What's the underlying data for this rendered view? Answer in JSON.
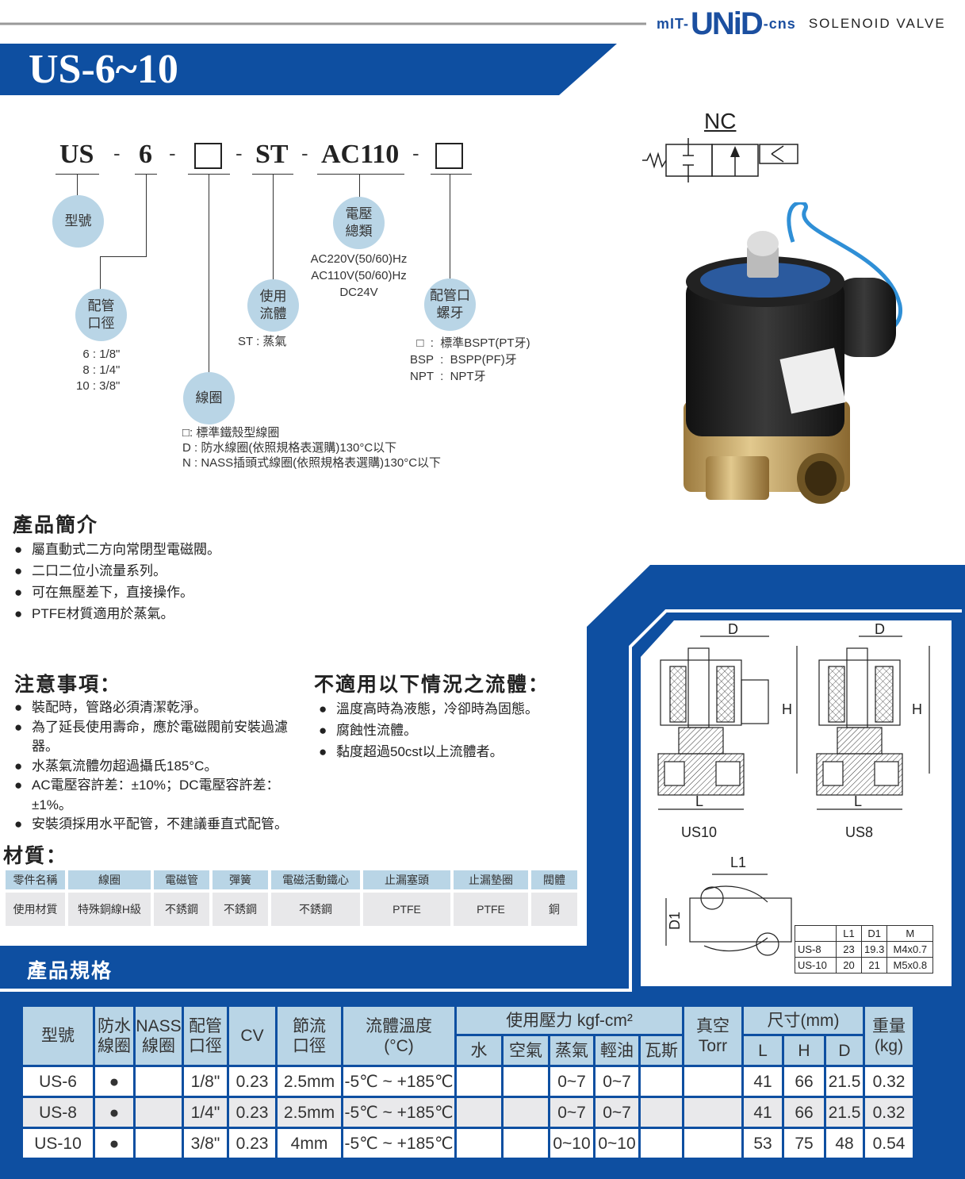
{
  "header": {
    "logo_prefix": "mIT-",
    "logo_main": "UNiD",
    "logo_suffix": "-cns",
    "logo_tagline": "SOLENOID VALVE",
    "title": "US-6~10"
  },
  "code": {
    "parts": [
      "US",
      "-",
      "6",
      "-",
      "-",
      "ST",
      "-",
      "AC110",
      "-"
    ],
    "model_label": "型號",
    "size_label": "配管\n口徑",
    "size_options": "6 : 1/8\"\n8 : 1/4\"\n10 : 3/8\"",
    "coil_label": "線圈",
    "coil_options": "□: 標準鐵殼型線圈\nD : 防水線圈(依照規格表選購)130°C以下\nN : NASS插頭式線圈(依照規格表選購)130°C以下",
    "fluid_label": "使用\n流體",
    "fluid_options": "ST : 蒸氣",
    "voltage_label": "電壓\n總類",
    "voltage_options": "AC220V(50/60)Hz\nAC110V(50/60)Hz\nDC24V",
    "thread_label": "配管口\n螺牙",
    "thread_options": "  □  :  標準BSPT(PT牙)\nBSP  :  BSPP(PF)牙\nNPT  :  NPT牙"
  },
  "symbol": {
    "label": "NC"
  },
  "intro": {
    "title": "產品簡介",
    "items": [
      "屬直動式二方向常閉型電磁閥。",
      "二口二位小流量系列。",
      "可在無壓差下，直接操作。",
      "PTFE材質適用於蒸氣。"
    ]
  },
  "notes": {
    "title": "注意事項：",
    "items": [
      "裝配時，管路必須清潔乾淨。",
      "為了延長使用壽命，應於電磁閥前安裝過濾器。",
      "水蒸氣流體勿超過攝氏185°C。",
      "AC電壓容許差：±10%；DC電壓容許差：±1%。",
      "安裝須採用水平配管，不建議垂直式配管。"
    ]
  },
  "unsuitable": {
    "title": "不適用以下情況之流體：",
    "items": [
      "溫度高時為液態，冷卻時為固態。",
      "腐蝕性流體。",
      "黏度超過50cst以上流體者。"
    ]
  },
  "materials": {
    "title": "材質：",
    "parts": [
      "零件名稱",
      "線圈",
      "電磁管",
      "彈簧",
      "電磁活動鐵心",
      "止漏塞頭",
      "止漏墊圈",
      "閥體"
    ],
    "values": [
      "使用材質",
      "特殊銅線H級",
      "不銹鋼",
      "不銹鋼",
      "不銹鋼",
      "PTFE",
      "PTFE",
      "銅"
    ]
  },
  "drawing": {
    "dim_D": "D",
    "dim_H": "H",
    "dim_L": "L",
    "dim_L1": "L1",
    "dim_D1": "D1",
    "us10": "US10",
    "us8": "US8",
    "table": {
      "headers": [
        "",
        "L1",
        "D1",
        "M"
      ],
      "rows": [
        [
          "US-8",
          "23",
          "19.3",
          "M4x0.7"
        ],
        [
          "US-10",
          "20",
          "21",
          "M5x0.8"
        ]
      ]
    }
  },
  "spec": {
    "title": "產品規格",
    "headers": {
      "model": "型號",
      "waterproof": "防水\n線圈",
      "nass": "NASS\n線圈",
      "port": "配管\n口徑",
      "cv": "CV",
      "orifice": "節流\n口徑",
      "temp": "流體溫度\n(°C)",
      "pressure": "使用壓力 kgf-cm²",
      "vacuum": "真空\nTorr",
      "size": "尺寸(mm)",
      "weight": "重量\n(kg)",
      "media": [
        "水",
        "空氣",
        "蒸氣",
        "輕油",
        "瓦斯"
      ],
      "dims": [
        "L",
        "H",
        "D"
      ]
    },
    "rows": [
      [
        "US-6",
        "●",
        "",
        "1/8\"",
        "0.23",
        "2.5mm",
        "-5℃ ~ +185℃",
        "",
        "",
        "0~7",
        "0~7",
        "",
        "",
        "41",
        "66",
        "21.5",
        "0.32"
      ],
      [
        "US-8",
        "●",
        "",
        "1/4\"",
        "0.23",
        "2.5mm",
        "-5℃ ~ +185℃",
        "",
        "",
        "0~7",
        "0~7",
        "",
        "",
        "41",
        "66",
        "21.5",
        "0.32"
      ],
      [
        "US-10",
        "●",
        "",
        "3/8\"",
        "0.23",
        "4mm",
        "-5℃ ~ +185℃",
        "",
        "",
        "0~10",
        "0~10",
        "",
        "",
        "53",
        "75",
        "48",
        "0.54"
      ]
    ]
  },
  "colors": {
    "brand_blue": "#0e4fa1",
    "light_blue": "#b9d5e6",
    "cell_gray": "#e8e8ea"
  }
}
